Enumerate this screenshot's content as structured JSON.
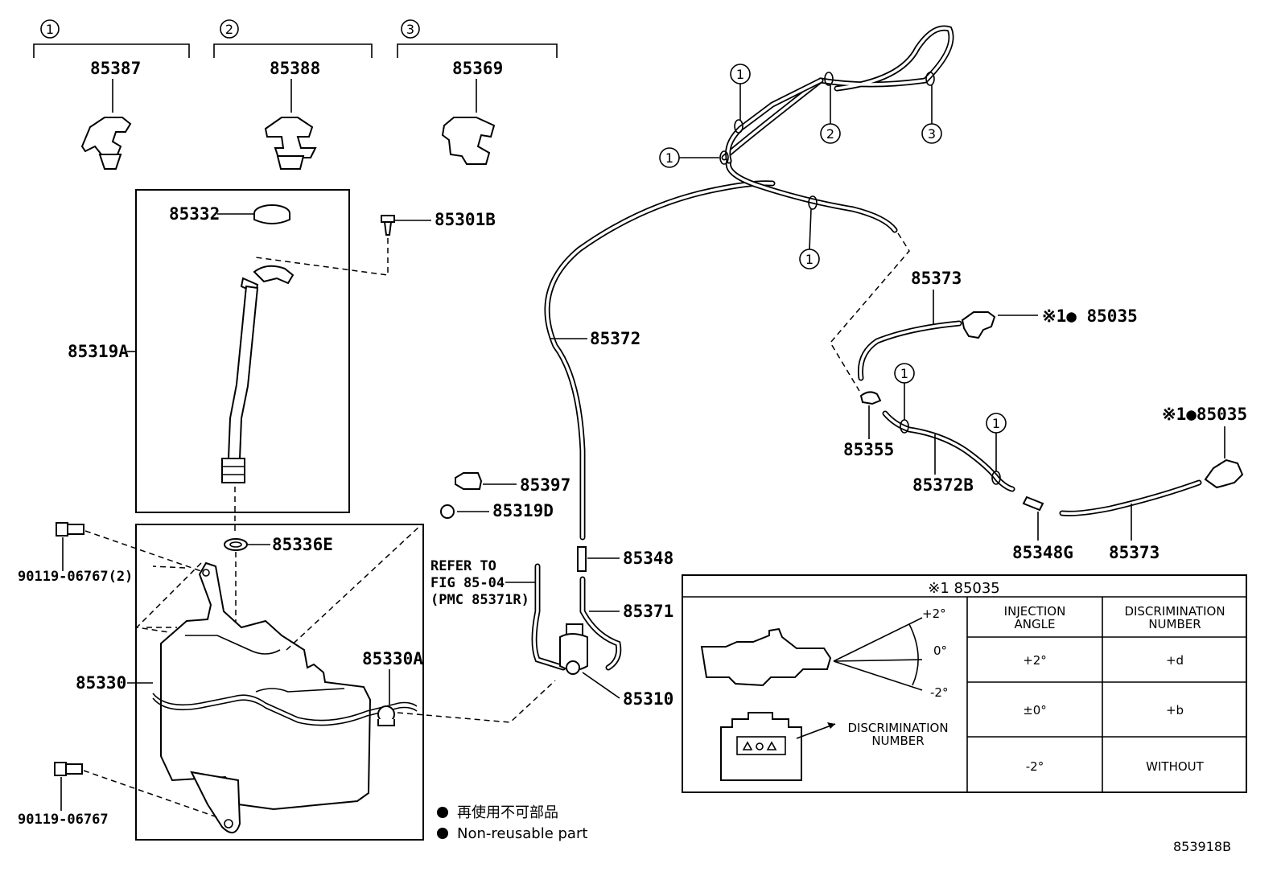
{
  "clips": [
    {
      "num": "1",
      "part": "85387"
    },
    {
      "num": "2",
      "part": "85388"
    },
    {
      "num": "3",
      "part": "85369"
    }
  ],
  "parts": {
    "p85332": "85332",
    "p85301B": "85301B",
    "p85319A": "85319A",
    "p85336E": "85336E",
    "p85330": "85330",
    "p85330A": "85330A",
    "p90119_2": "90119-06767(2)",
    "p90119": "90119-06767",
    "p85397": "85397",
    "p85319D": "85319D",
    "p85372": "85372",
    "p85348": "85348",
    "p85371": "85371",
    "p85310": "85310",
    "p85373a": "85373",
    "p85373b": "85373",
    "p85035a": "※1● 85035",
    "p85035b": "※1●85035",
    "p85355": "85355",
    "p85372B": "85372B",
    "p85348G": "85348G"
  },
  "refer": {
    "line1": "REFER TO",
    "line2": "FIG 85-04",
    "line3": "(PMC 85371R)"
  },
  "callouts": {
    "c1": "1",
    "c2": "2",
    "c3": "3"
  },
  "table": {
    "title": "※1 85035",
    "col1_l1": "INJECTION",
    "col1_l2": "ANGLE",
    "col2_l1": "DISCRIMINATION",
    "col2_l2": "NUMBER",
    "rows": [
      {
        "angle": "+2°",
        "number": "+d"
      },
      {
        "angle": "±0°",
        "number": "+b"
      },
      {
        "angle": "-2°",
        "number": "WITHOUT"
      }
    ],
    "ang_plus": "+2°",
    "ang_zero": "0°",
    "ang_minus": "-2°",
    "disc_l1": "DISCRIMINATION",
    "disc_l2": "NUMBER"
  },
  "legend": {
    "jp": "再使用不可部品",
    "en": "Non-reusable part"
  },
  "figure_id": "853918B"
}
